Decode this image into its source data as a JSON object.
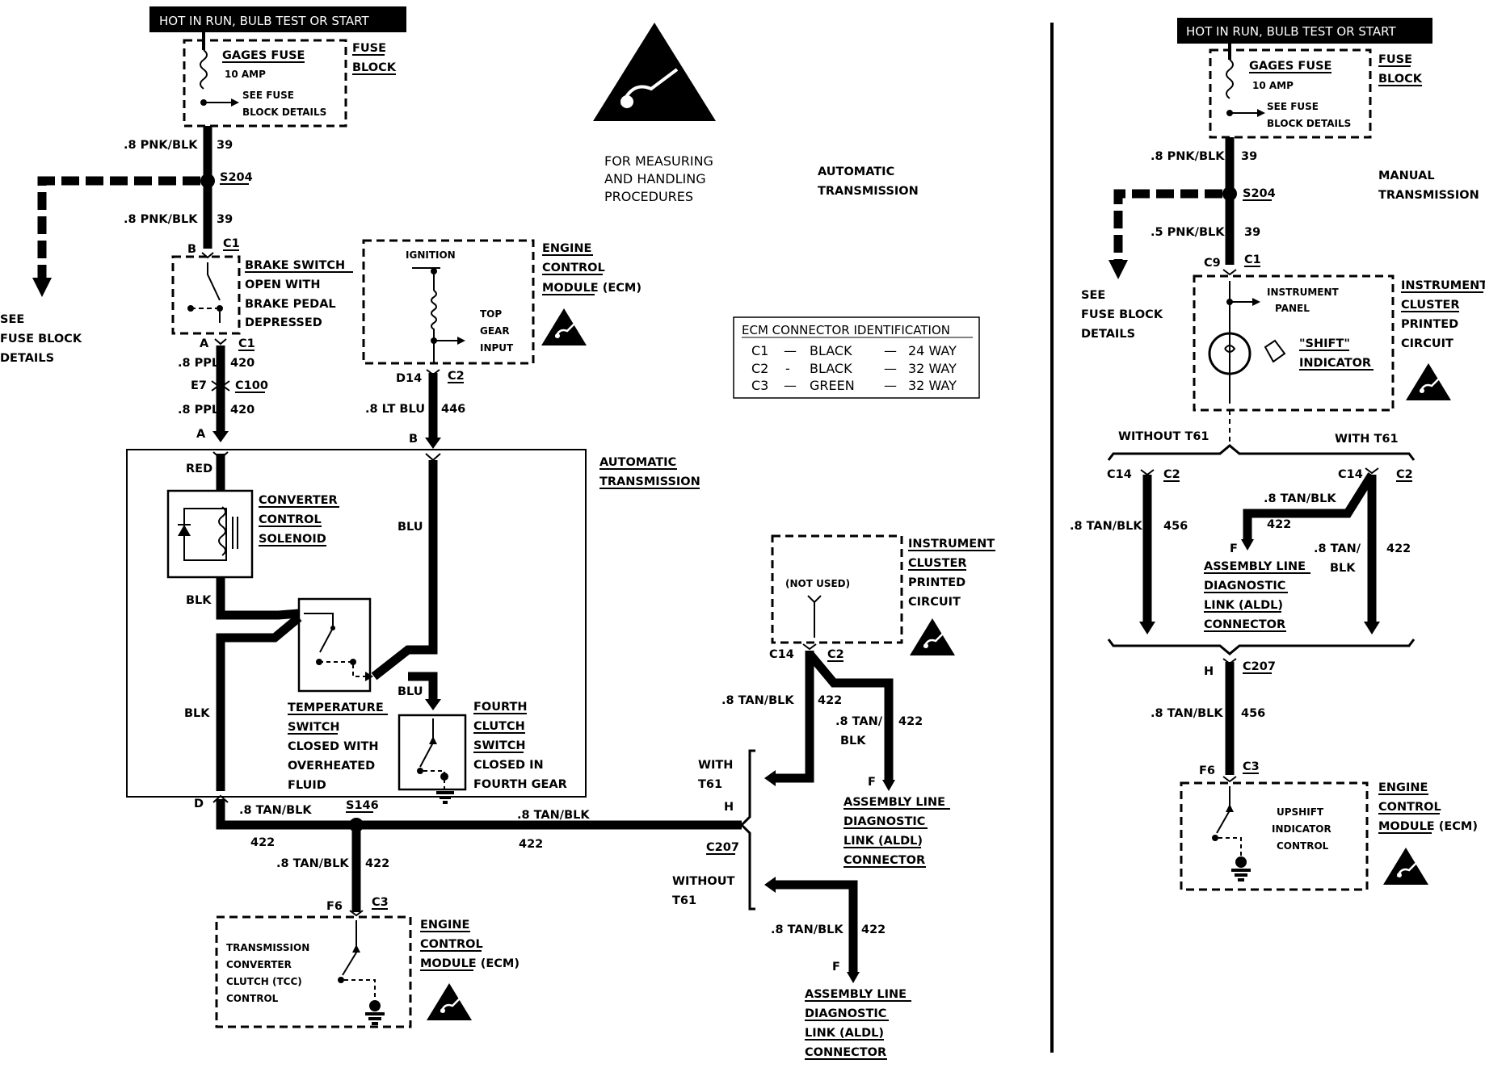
{
  "left": {
    "power_header": "HOT IN RUN, BULB TEST OR START",
    "fuse": {
      "name": "GAGES FUSE",
      "rating": "10 AMP",
      "see_details_1": "SEE FUSE",
      "see_details_2": "BLOCK DETAILS",
      "block_1": "FUSE",
      "block_2": "BLOCK"
    },
    "wire_pnk_1": ".8 PNK/BLK",
    "circuit_39_a": "39",
    "splice_s204": "S204",
    "see_fuse_block_1": "SEE",
    "see_fuse_block_2": "FUSE BLOCK",
    "see_fuse_block_3": "DETAILS",
    "wire_pnk_2": ".8 PNK/BLK",
    "circuit_39_b": "39",
    "pin_b": "B",
    "conn_c1_a": "C1",
    "brake_1": "BRAKE SWITCH",
    "brake_2": "OPEN WITH",
    "brake_3": "BRAKE PEDAL",
    "brake_4": "DEPRESSED",
    "pin_a": "A",
    "conn_c1_b": "C1",
    "wire_ppl_1": ".8 PPL",
    "circuit_420_a": "420",
    "pin_e7": "E7",
    "conn_c100": "C100",
    "wire_ppl_2": ".8 PPL",
    "circuit_420_b": "420",
    "pin_a2": "A",
    "ecm_top": {
      "ignition": "IGNITION",
      "top": "TOP",
      "gear": "GEAR",
      "input": "INPUT",
      "l1": "ENGINE",
      "l2": "CONTROL",
      "l3": "MODULE (ECM)"
    },
    "pin_d14": "D14",
    "conn_c2": "C2",
    "wire_lt_blu": ".8 LT BLU",
    "circuit_446": "446",
    "pin_b2": "B",
    "esd_1": "FOR MEASURING",
    "esd_2": "AND HANDLING",
    "esd_3": "PROCEDURES",
    "auto_trans_1": "AUTOMATIC",
    "auto_trans_2": "TRANSMISSION",
    "ecm_id": {
      "title": "ECM CONNECTOR IDENTIFICATION",
      "rows": [
        {
          "c": "C1",
          "d1": "—",
          "color": "BLACK",
          "d2": "—",
          "way": "24 WAY"
        },
        {
          "c": "C2",
          "d1": "-",
          "color": "BLACK",
          "d2": "—",
          "way": "32 WAY"
        },
        {
          "c": "C3",
          "d1": "—",
          "color": "GREEN",
          "d2": "—",
          "way": "32 WAY"
        }
      ]
    },
    "trans_box_1": "AUTOMATIC",
    "trans_box_2": "TRANSMISSION",
    "red": "RED",
    "ccs_1": "CONVERTER",
    "ccs_2": "CONTROL",
    "ccs_3": "SOLENOID",
    "blk_1": "BLK",
    "blk_2": "BLK",
    "blu_1": "BLU",
    "blu_2": "BLU",
    "temp_1": "TEMPERATURE",
    "temp_2": "SWITCH",
    "temp_3": "CLOSED WITH",
    "temp_4": "OVERHEATED",
    "temp_5": "FLUID",
    "fourth_1": "FOURTH",
    "fourth_2": "CLUTCH",
    "fourth_3": "SWITCH",
    "fourth_4": "CLOSED IN",
    "fourth_5": "FOURTH GEAR",
    "pin_d": "D",
    "wire_tan_1": ".8 TAN/BLK",
    "splice_s146": "S146",
    "wire_tan_2": ".8 TAN/BLK",
    "circuit_422_a": "422",
    "circuit_422_b": "422",
    "wire_tan_3": ".8 TAN/BLK",
    "circuit_422_c": "422",
    "pin_f6": "F6",
    "conn_c3": "C3",
    "tcc_1": "TRANSMISSION",
    "tcc_2": "CONVERTER",
    "tcc_3": "CLUTCH (TCC)",
    "tcc_4": "CONTROL",
    "ecm_bot_1": "ENGINE",
    "ecm_bot_2": "CONTROL",
    "ecm_bot_3": "MODULE (ECM)",
    "ic_not_used": "(NOT USED)",
    "ic_1": "INSTRUMENT",
    "ic_2": "CLUSTER",
    "ic_3": "PRINTED",
    "ic_4": "CIRCUIT",
    "pin_c14": "C14",
    "conn_c2_b": "C2",
    "wire_tan_4": ".8 TAN/BLK",
    "circuit_422_d": "422",
    "wire_tan_5a": ".8 TAN/",
    "wire_tan_5b": "BLK",
    "circuit_422_e": "422",
    "with_t61_1": "WITH",
    "with_t61_2": "T61",
    "pin_h": "H",
    "conn_c207": "C207",
    "without_t61_1": "WITHOUT",
    "without_t61_2": "T61",
    "pin_f": "F",
    "aldl_a_1": "ASSEMBLY LINE",
    "aldl_a_2": "DIAGNOSTIC",
    "aldl_a_3": "LINK (ALDL)",
    "aldl_a_4": "CONNECTOR",
    "wire_tan_6": ".8 TAN/BLK",
    "circuit_422_f": "422",
    "pin_f2": "F",
    "aldl_b_1": "ASSEMBLY LINE",
    "aldl_b_2": "DIAGNOSTIC",
    "aldl_b_3": "LINK (ALDL)",
    "aldl_b_4": "CONNECTOR"
  },
  "right": {
    "power_header": "HOT IN RUN, BULB TEST OR START",
    "fuse": {
      "name": "GAGES FUSE",
      "rating": "10 AMP",
      "see_details_1": "SEE FUSE",
      "see_details_2": "BLOCK DETAILS",
      "block_1": "FUSE",
      "block_2": "BLOCK"
    },
    "wire_pnk_1": ".8 PNK/BLK",
    "circuit_39_a": "39",
    "splice_s204": "S204",
    "manual_1": "MANUAL",
    "manual_2": "TRANSMISSION",
    "wire_pnk_2": ".5 PNK/BLK",
    "circuit_39_b": "39",
    "see_1": "SEE",
    "see_2": "FUSE BLOCK",
    "see_3": "DETAILS",
    "pin_c9": "C9",
    "conn_c1": "C1",
    "ip_1": "INSTRUMENT",
    "ip_2": "PANEL",
    "shift_1": "\"SHIFT\"",
    "shift_2": "INDICATOR",
    "ic_1": "INSTRUMENT",
    "ic_2": "CLUSTER",
    "ic_3": "PRINTED",
    "ic_4": "CIRCUIT",
    "without_t61": "WITHOUT T61",
    "with_t61": "WITH T61",
    "pin_c14_a": "C14",
    "conn_c2_a": "C2",
    "pin_c14_b": "C14",
    "conn_c2_b": "C2",
    "wire_tan_1": ".8 TAN/BLK",
    "circuit_456_a": "456",
    "wire_tan_2": ".8 TAN/BLK",
    "circuit_422_a": "422",
    "pin_f": "F",
    "wire_tan_3a": ".8 TAN/",
    "wire_tan_3b": "BLK",
    "circuit_422_b": "422",
    "aldl_1": "ASSEMBLY LINE",
    "aldl_2": "DIAGNOSTIC",
    "aldl_3": "LINK (ALDL)",
    "aldl_4": "CONNECTOR",
    "pin_h": "H",
    "conn_c207": "C207",
    "wire_tan_4": ".8 TAN/BLK",
    "circuit_456_b": "456",
    "pin_f6": "F6",
    "conn_c3": "C3",
    "upshift_1": "UPSHIFT",
    "upshift_2": "INDICATOR",
    "upshift_3": "CONTROL",
    "ecm_1": "ENGINE",
    "ecm_2": "CONTROL",
    "ecm_3": "MODULE (ECM)"
  }
}
